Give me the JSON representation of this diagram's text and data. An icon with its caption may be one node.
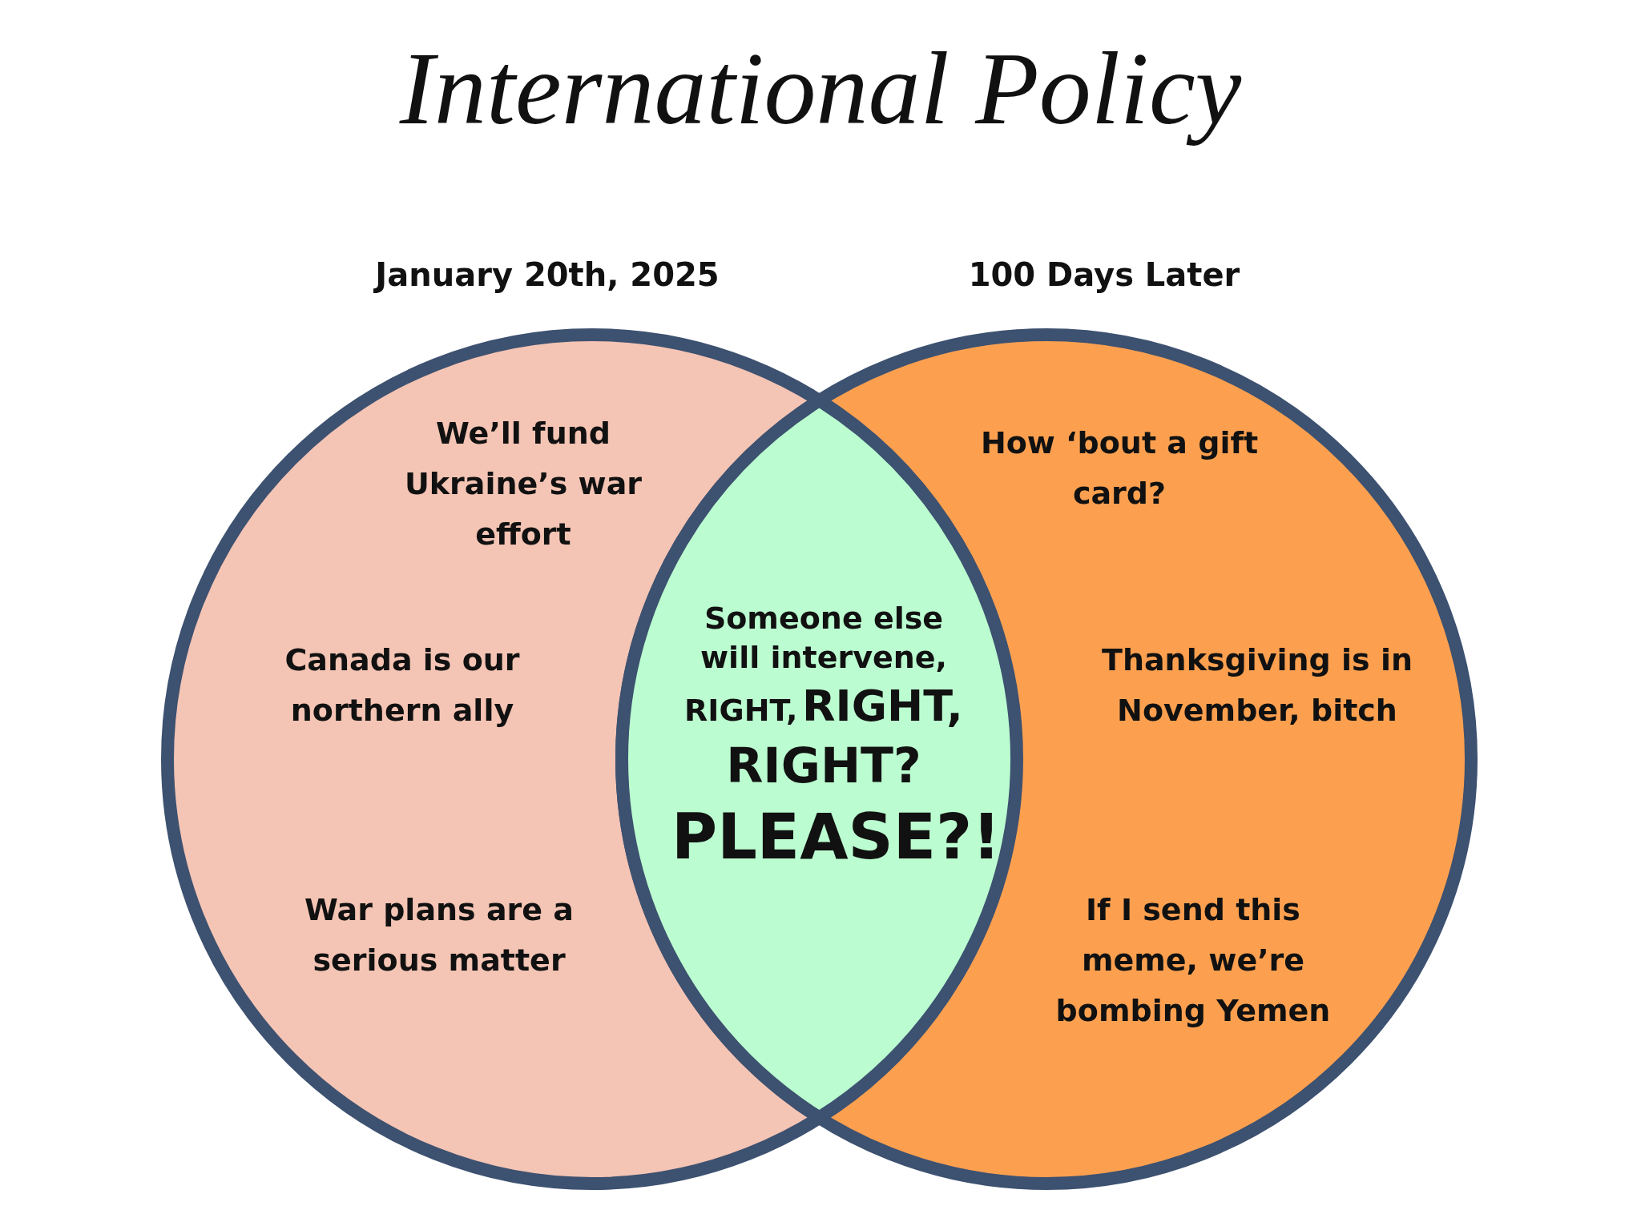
{
  "diagram": {
    "title": "International Policy",
    "nodes": [
      {
        "text": [
          "January 20th, 2025",
          "We’ll fund Ukraine’s war effort",
          "Canada is our northern ally",
          "War plans are a serious matter"
        ]
      },
      {
        "text": [
          "100 Days Later",
          "How ‘bout a gift card?",
          "Thanksgiving is in November, bitch",
          "If I send this meme, we’re bombing Yemen"
        ]
      },
      {
        "text": [
          "Someone else will intervene, RIGHT,",
          "RIGHT,",
          "RIGHT?",
          "PLEASE?!"
        ]
      }
    ]
  }
}
